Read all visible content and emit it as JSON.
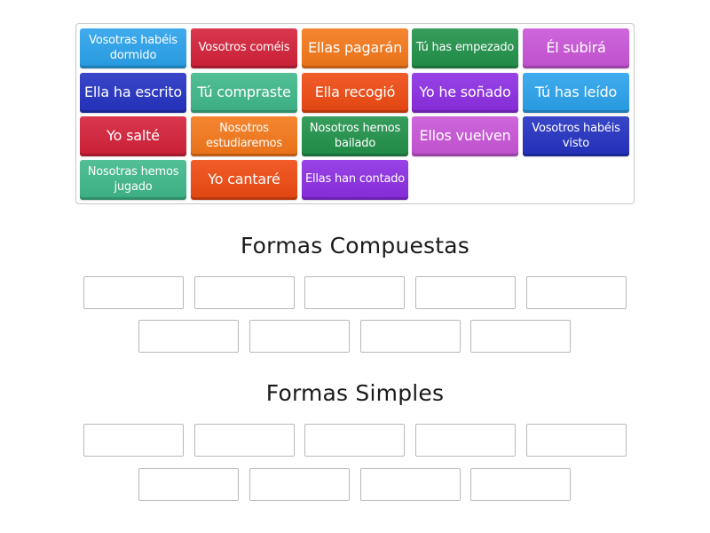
{
  "tiles": [
    {
      "label": "Vosotras habéis dormido",
      "color": "#2aa2ec"
    },
    {
      "label": "Vosotros coméis",
      "color": "#d4213a"
    },
    {
      "label": "Ellas pagarán",
      "color": "#f5781a"
    },
    {
      "label": "Tú has empezado",
      "color": "#21924a"
    },
    {
      "label": "Él subirá",
      "color": "#c955d8"
    },
    {
      "label": "Ella ha escrito",
      "color": "#2432c2"
    },
    {
      "label": "Tú compraste",
      "color": "#3fb88a"
    },
    {
      "label": "Ella recogió",
      "color": "#ef4a12"
    },
    {
      "label": "Yo he soñado",
      "color": "#8c2ee3"
    },
    {
      "label": "Tú has leído",
      "color": "#2aa2ec"
    },
    {
      "label": "Yo salté",
      "color": "#d4213a"
    },
    {
      "label": "Nosotros estudiaremos",
      "color": "#f5781a"
    },
    {
      "label": "Nosotros hemos bailado",
      "color": "#21924a"
    },
    {
      "label": "Ellos vuelven",
      "color": "#c955d8"
    },
    {
      "label": "Vosotros habéis visto",
      "color": "#2432c2"
    },
    {
      "label": "Nosotras hemos jugado",
      "color": "#3fb88a"
    },
    {
      "label": "Yo cantaré",
      "color": "#ef4a12"
    },
    {
      "label": "Ellas han contado",
      "color": "#8c2ee3"
    }
  ],
  "sections": [
    {
      "title": "Formas Compuestas",
      "slots": 9
    },
    {
      "title": "Formas Simples",
      "slots": 9
    }
  ]
}
